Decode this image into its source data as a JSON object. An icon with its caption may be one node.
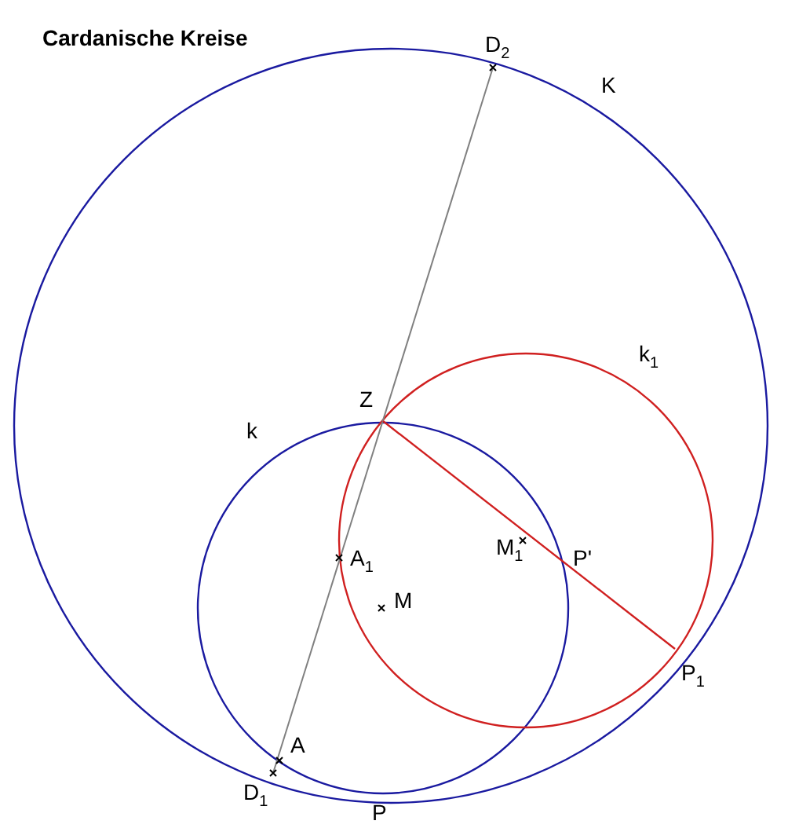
{
  "diagram": {
    "title": "Cardanische Kreise",
    "labels": [
      "D$_{2}$",
      "K",
      "k$_{1}$",
      "Z",
      "k",
      "M$_{1}$",
      "P'",
      "A$_{1}$",
      "M",
      "P$_{1}$",
      "A",
      "D$_{1}$",
      "P"
    ]
  }
}
